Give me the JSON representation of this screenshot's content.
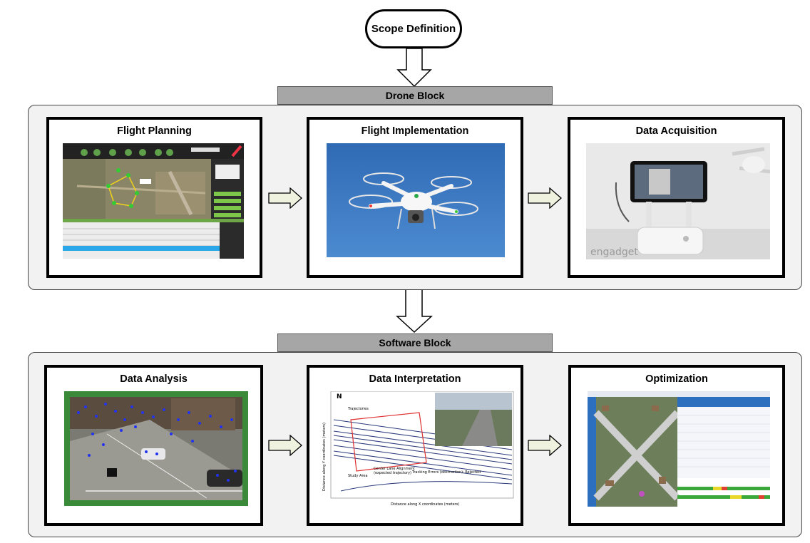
{
  "start": {
    "label": "Scope Definition"
  },
  "drone_block": {
    "title": "Drone Block",
    "steps": [
      {
        "title": "Flight Planning"
      },
      {
        "title": "Flight Implementation"
      },
      {
        "title": "Data Acquisition",
        "watermark": "engadget"
      }
    ]
  },
  "software_block": {
    "title": "Software Block",
    "steps": [
      {
        "title": "Data Analysis"
      },
      {
        "title": "Data Interpretation",
        "plot_labels": {
          "north": "N",
          "trajectories": "Trajectories",
          "study_area": "Study Area",
          "center_lane": "Center Lane Alignment",
          "center_lane_sub": "(expected trajectory)",
          "tracking_errors": "Tracking Errors (obstruction): Rejected",
          "x_axis": "Distance along X coordinates (meters)",
          "y_axis": "Distance along Y coordinates (meters)"
        }
      },
      {
        "title": "Optimization"
      }
    ]
  },
  "colors": {
    "block_bg": "#f2f2f2",
    "header_bg": "#a6a6a6",
    "arrow_fill": "#f0f2e0"
  }
}
